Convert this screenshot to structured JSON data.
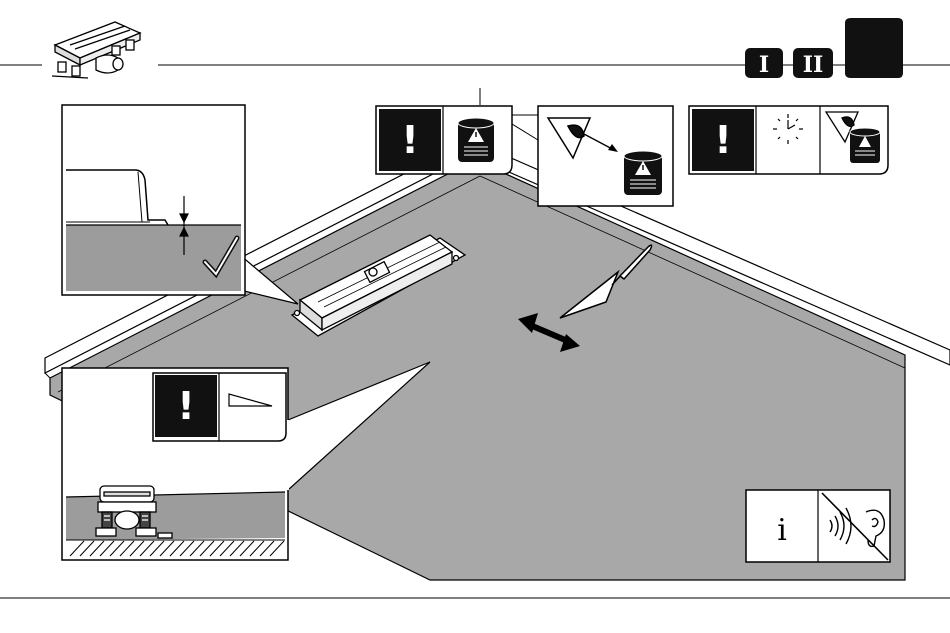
{
  "header": {
    "step_markers": [
      "I",
      "II"
    ],
    "active_step_color": "#111111"
  },
  "palette": {
    "floor": "#a8a8a8",
    "screed": "#9c9c9c",
    "ink": "#111111",
    "paper": "#ffffff"
  },
  "warning_panels": {
    "primary_warning": {
      "symbol": "!",
      "icon": "warning-canister-icon"
    },
    "eye_check": {
      "icon": "eye-inspection-icon",
      "target_icon": "warning-canister-icon"
    },
    "secondary_warning": {
      "symbol": "!",
      "icons": [
        "clock-icon",
        "eye-inspection-icon",
        "warning-canister-icon"
      ]
    }
  },
  "detail_views": {
    "level_check": {
      "icon": "checkmark-icon",
      "arrow": "height-dimension-icon"
    },
    "slope_check": {
      "symbol": "!",
      "icon": "slope-wedge-icon"
    }
  },
  "info_panel": {
    "info_glyph": "i",
    "icon": "no-sound-ear-icon"
  }
}
